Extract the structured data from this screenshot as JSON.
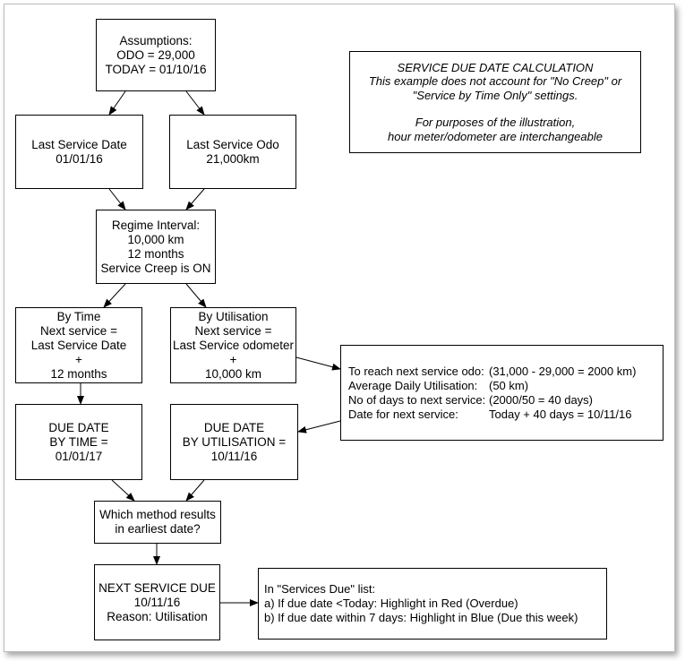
{
  "assumptions": {
    "lines": [
      "Assumptions:",
      "ODO = 29,000",
      "TODAY = 01/10/16"
    ]
  },
  "note": {
    "lines": [
      "SERVICE DUE DATE CALCULATION",
      "This example does not account for \"No Creep\" or",
      "\"Service by Time Only\" settings.",
      "",
      "For purposes of the illustration,",
      "hour meter/odometer are interchangeable"
    ]
  },
  "last_service_date": {
    "lines": [
      "Last Service Date",
      "01/01/16"
    ]
  },
  "last_service_odo": {
    "lines": [
      "Last Service Odo",
      "21,000km"
    ]
  },
  "regime": {
    "lines": [
      "Regime Interval:",
      "10,000 km",
      "12 months",
      "Service Creep is ON"
    ]
  },
  "by_time": {
    "lines": [
      "By Time",
      "Next service =",
      "Last Service Date",
      "+",
      "12 months"
    ]
  },
  "by_utilisation": {
    "lines": [
      "By Utilisation",
      "Next service =",
      "Last Service odometer",
      "+",
      "10,000 km"
    ]
  },
  "calculation": {
    "rows": [
      {
        "label": "To reach next service odo:",
        "value": "(31,000 - 29,000 = 2000 km)"
      },
      {
        "label": "Average Daily Utilisation:",
        "value": "(50 km)"
      },
      {
        "label": "No of days to next service:",
        "value": "(2000/50 = 40 days)"
      },
      {
        "label": "Date for next service:",
        "value": "Today + 40 days = 10/11/16"
      }
    ]
  },
  "due_time": {
    "lines": [
      "DUE DATE",
      "BY TIME =",
      "01/01/17"
    ]
  },
  "due_util": {
    "lines": [
      "DUE DATE",
      "BY UTILISATION =",
      "10/11/16"
    ]
  },
  "decision": {
    "lines": [
      "Which method results",
      "in earliest date?"
    ]
  },
  "next_due": {
    "lines": [
      "NEXT SERVICE DUE",
      "10/11/16",
      "Reason: Utilisation"
    ]
  },
  "services_due": {
    "lines": [
      "In \"Services Due\" list:",
      "a) If due date <Today: Highlight in Red (Overdue)",
      "b) If due date within 7 days: Highlight in Blue (Due this week)"
    ]
  }
}
